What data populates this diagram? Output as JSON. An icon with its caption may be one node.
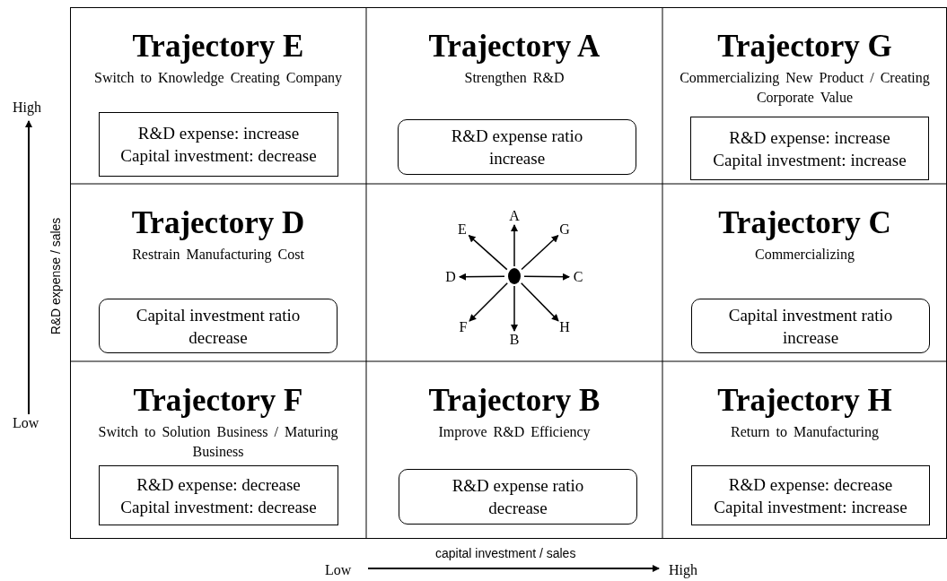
{
  "diagram": {
    "nodes": [
      {
        "text": [
          "Trajectory E",
          "Switch to Knowledge Creating Company"
        ]
      },
      {
        "text": [
          "R&D expense: increase",
          "Capital investment: decrease"
        ],
        "in": 0
      },
      {
        "text": [
          "Trajectory A",
          "Strengthen R&D"
        ]
      },
      {
        "text": [
          "R&D expense ratio increase"
        ],
        "in": 2
      },
      {
        "text": [
          "Trajectory G",
          "Commercializing New Product / Creating Corporate Value"
        ]
      },
      {
        "text": [
          "R&D expense: increase",
          "Capital investment: increase"
        ],
        "in": 4
      },
      {
        "text": [
          "Trajectory D",
          "Restrain Manufacturing Cost"
        ]
      },
      {
        "text": [
          "Capital investment ratio decrease"
        ],
        "in": 6
      },
      {
        "text": [
          "A"
        ]
      },
      {
        "text": [
          "E"
        ]
      },
      {
        "text": [
          "G"
        ]
      },
      {
        "text": [
          "D"
        ]
      },
      {
        "text": [],
        "shape": "circle"
      },
      {
        "text": [
          "C"
        ]
      },
      {
        "text": [
          "F"
        ]
      },
      {
        "text": [
          "H"
        ]
      },
      {
        "text": [
          "B"
        ]
      },
      {
        "text": [
          "Trajectory C",
          "Commercializing"
        ]
      },
      {
        "text": [
          "Capital investment ratio increase"
        ],
        "in": 17
      },
      {
        "text": [
          "Trajectory F",
          "Switch to Solution Business / Maturing Business"
        ]
      },
      {
        "text": [
          "R&D expense: decrease",
          "Capital investment: decrease"
        ],
        "in": 19
      },
      {
        "text": [
          "Trajectory B",
          "Improve R&D Efficiency"
        ]
      },
      {
        "text": [
          "R&D expense ratio decrease"
        ],
        "in": 21
      },
      {
        "text": [
          "Trajectory H",
          "Return to Manufacturing"
        ]
      },
      {
        "text": [
          "R&D expense: decrease",
          "Capital investment: increase"
        ],
        "in": 23
      }
    ],
    "edges": [
      {
        "from": 12,
        "to": 8,
        "arrow": "to"
      },
      {
        "from": 12,
        "to": 10,
        "arrow": "to"
      },
      {
        "from": 12,
        "to": 13,
        "arrow": "to"
      },
      {
        "from": 12,
        "to": 15,
        "arrow": "to"
      },
      {
        "from": 12,
        "to": 16,
        "arrow": "to"
      },
      {
        "from": 12,
        "to": 14,
        "arrow": "to"
      },
      {
        "from": 12,
        "to": 11,
        "arrow": "to"
      },
      {
        "from": 12,
        "to": 9,
        "arrow": "to"
      }
    ],
    "labels": [
      "High",
      "R&D expense / sales",
      "Low",
      "capital investment / sales",
      "Low",
      "High"
    ]
  }
}
